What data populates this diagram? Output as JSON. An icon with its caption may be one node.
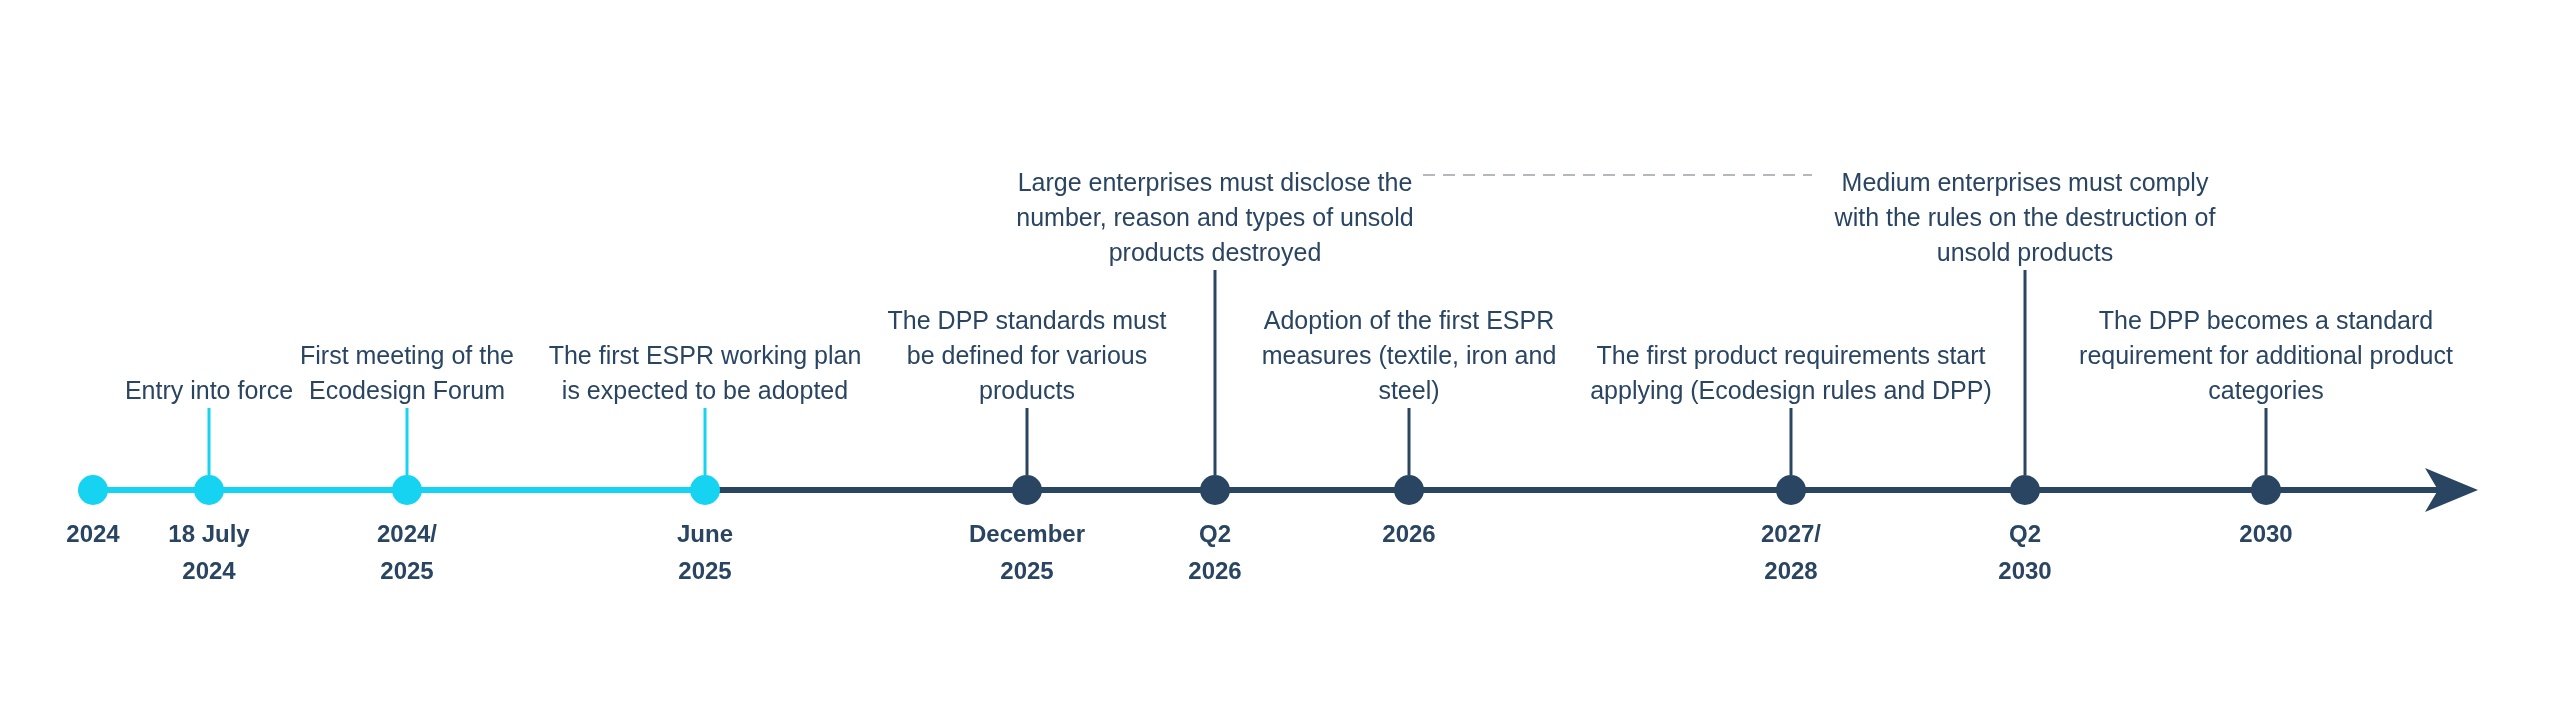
{
  "diagram": {
    "nodes": [
      {
        "text": [],
        "shape": "circle",
        "beside": [
          "2024"
        ]
      },
      {
        "text": [],
        "shape": "circle",
        "beside": [
          "18 July 2024"
        ]
      },
      {
        "text": [
          "Entry into force"
        ]
      },
      {
        "text": [],
        "shape": "circle",
        "beside": [
          "2024/ 2025"
        ]
      },
      {
        "text": [
          "First meeting of the Ecodesign Forum"
        ]
      },
      {
        "text": [],
        "shape": "circle",
        "beside": [
          "June 2025"
        ]
      },
      {
        "text": [
          "The first ESPR working plan is expected to be adopted"
        ]
      },
      {
        "text": [],
        "shape": "circle",
        "beside": [
          "December 2025"
        ]
      },
      {
        "text": [
          "The DPP standards must be defined for various products"
        ]
      },
      {
        "text": [],
        "shape": "circle",
        "beside": [
          "Q2 2026"
        ]
      },
      {
        "text": [
          "Large enterprises must disclose the number, reason and types of unsold products destroyed"
        ]
      },
      {
        "text": [],
        "shape": "circle",
        "beside": [
          "2026"
        ]
      },
      {
        "text": [
          "Adoption of the first ESPR measures (textile, iron and steel)"
        ]
      },
      {
        "text": [],
        "shape": "circle",
        "beside": [
          "2027/ 2028"
        ]
      },
      {
        "text": [
          "The first product requirements start applying (Ecodesign rules and DPP)"
        ]
      },
      {
        "text": [],
        "shape": "circle",
        "beside": [
          "Q2 2030"
        ]
      },
      {
        "text": [
          "Medium enterprises must comply with the rules on the destruction of unsold products"
        ]
      },
      {
        "text": [],
        "shape": "circle",
        "beside": [
          "2030"
        ]
      },
      {
        "text": [
          "The DPP becomes a standard requirement for additional product categories"
        ]
      }
    ],
    "edges": [
      {
        "from": 2,
        "to": 1,
        "arrow": "none",
        "color": "#16d3f2"
      },
      {
        "from": 4,
        "to": 3,
        "arrow": "none",
        "color": "#16d3f2"
      },
      {
        "from": 6,
        "to": 5,
        "arrow": "none",
        "color": "#16d3f2"
      },
      {
        "from": 8,
        "to": 7,
        "arrow": "none"
      },
      {
        "from": 10,
        "to": 9,
        "arrow": "none"
      },
      {
        "from": 12,
        "to": 11,
        "arrow": "none"
      },
      {
        "from": 14,
        "to": 13,
        "arrow": "none"
      },
      {
        "from": 16,
        "to": 15,
        "arrow": "none"
      },
      {
        "from": 18,
        "to": 17,
        "arrow": "none"
      },
      {
        "from": 10,
        "to": 16,
        "arrow": "none",
        "style": "dashed",
        "color": "#b3b8bd"
      }
    ]
  }
}
